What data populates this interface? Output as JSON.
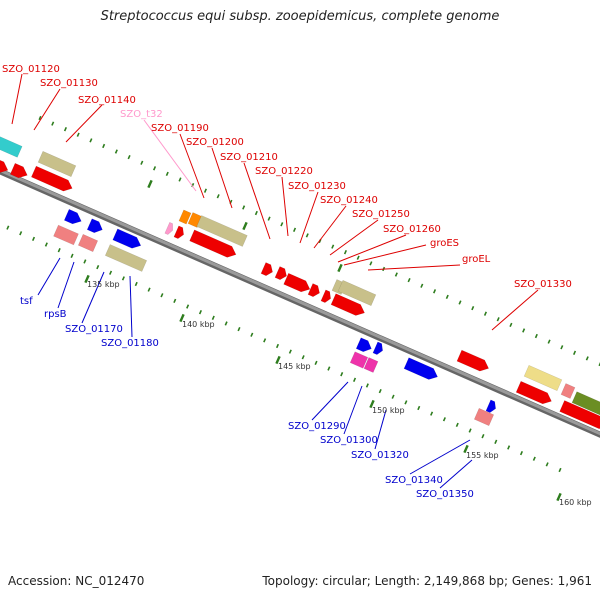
{
  "title": "Streptococcus equi subsp. zooepidemicus, complete genome",
  "footer": {
    "accession": "Accession: NC_012470",
    "summary": "Topology: circular; Length: 2,149,868 bp; Genes: 1,961"
  },
  "colors": {
    "backbone": "#777777",
    "forward_label": "#dd0000",
    "reverse_label": "#0000cc",
    "trna_label": "#ff99cc",
    "ruler": "#2e7d1e"
  },
  "ruler_labels": [
    "135 kbp",
    "140 kbp",
    "145 kbp",
    "150 kbp",
    "155 kbp",
    "160 kbp"
  ],
  "forward_labels": [
    "SZO_01120",
    "SZO_01130",
    "SZO_01140",
    "SZO_t32",
    "SZO_01190",
    "SZO_01200",
    "SZO_01210",
    "SZO_01220",
    "SZO_01230",
    "SZO_01240",
    "SZO_01250",
    "SZO_01260",
    "groES",
    "groEL",
    "SZO_01330"
  ],
  "reverse_labels": [
    "tsf",
    "rpsB",
    "SZO_01170",
    "SZO_01180",
    "SZO_01290",
    "SZO_01300",
    "SZO_01320",
    "SZO_01340",
    "SZO_01350"
  ]
}
